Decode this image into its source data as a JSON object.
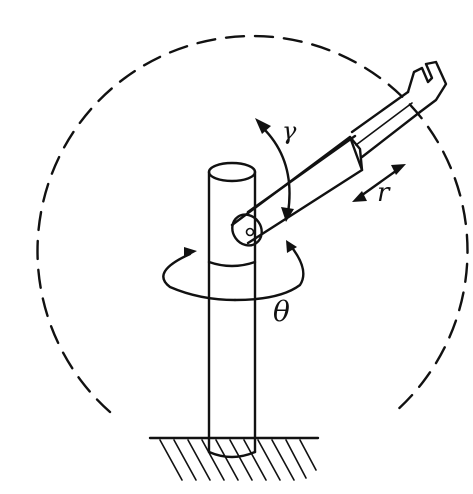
{
  "labels": {
    "elevation_angle": "γ",
    "extension": "r",
    "rotation_angle": "θ"
  },
  "colors": {
    "ink": "#111111",
    "background": "#ffffff"
  }
}
